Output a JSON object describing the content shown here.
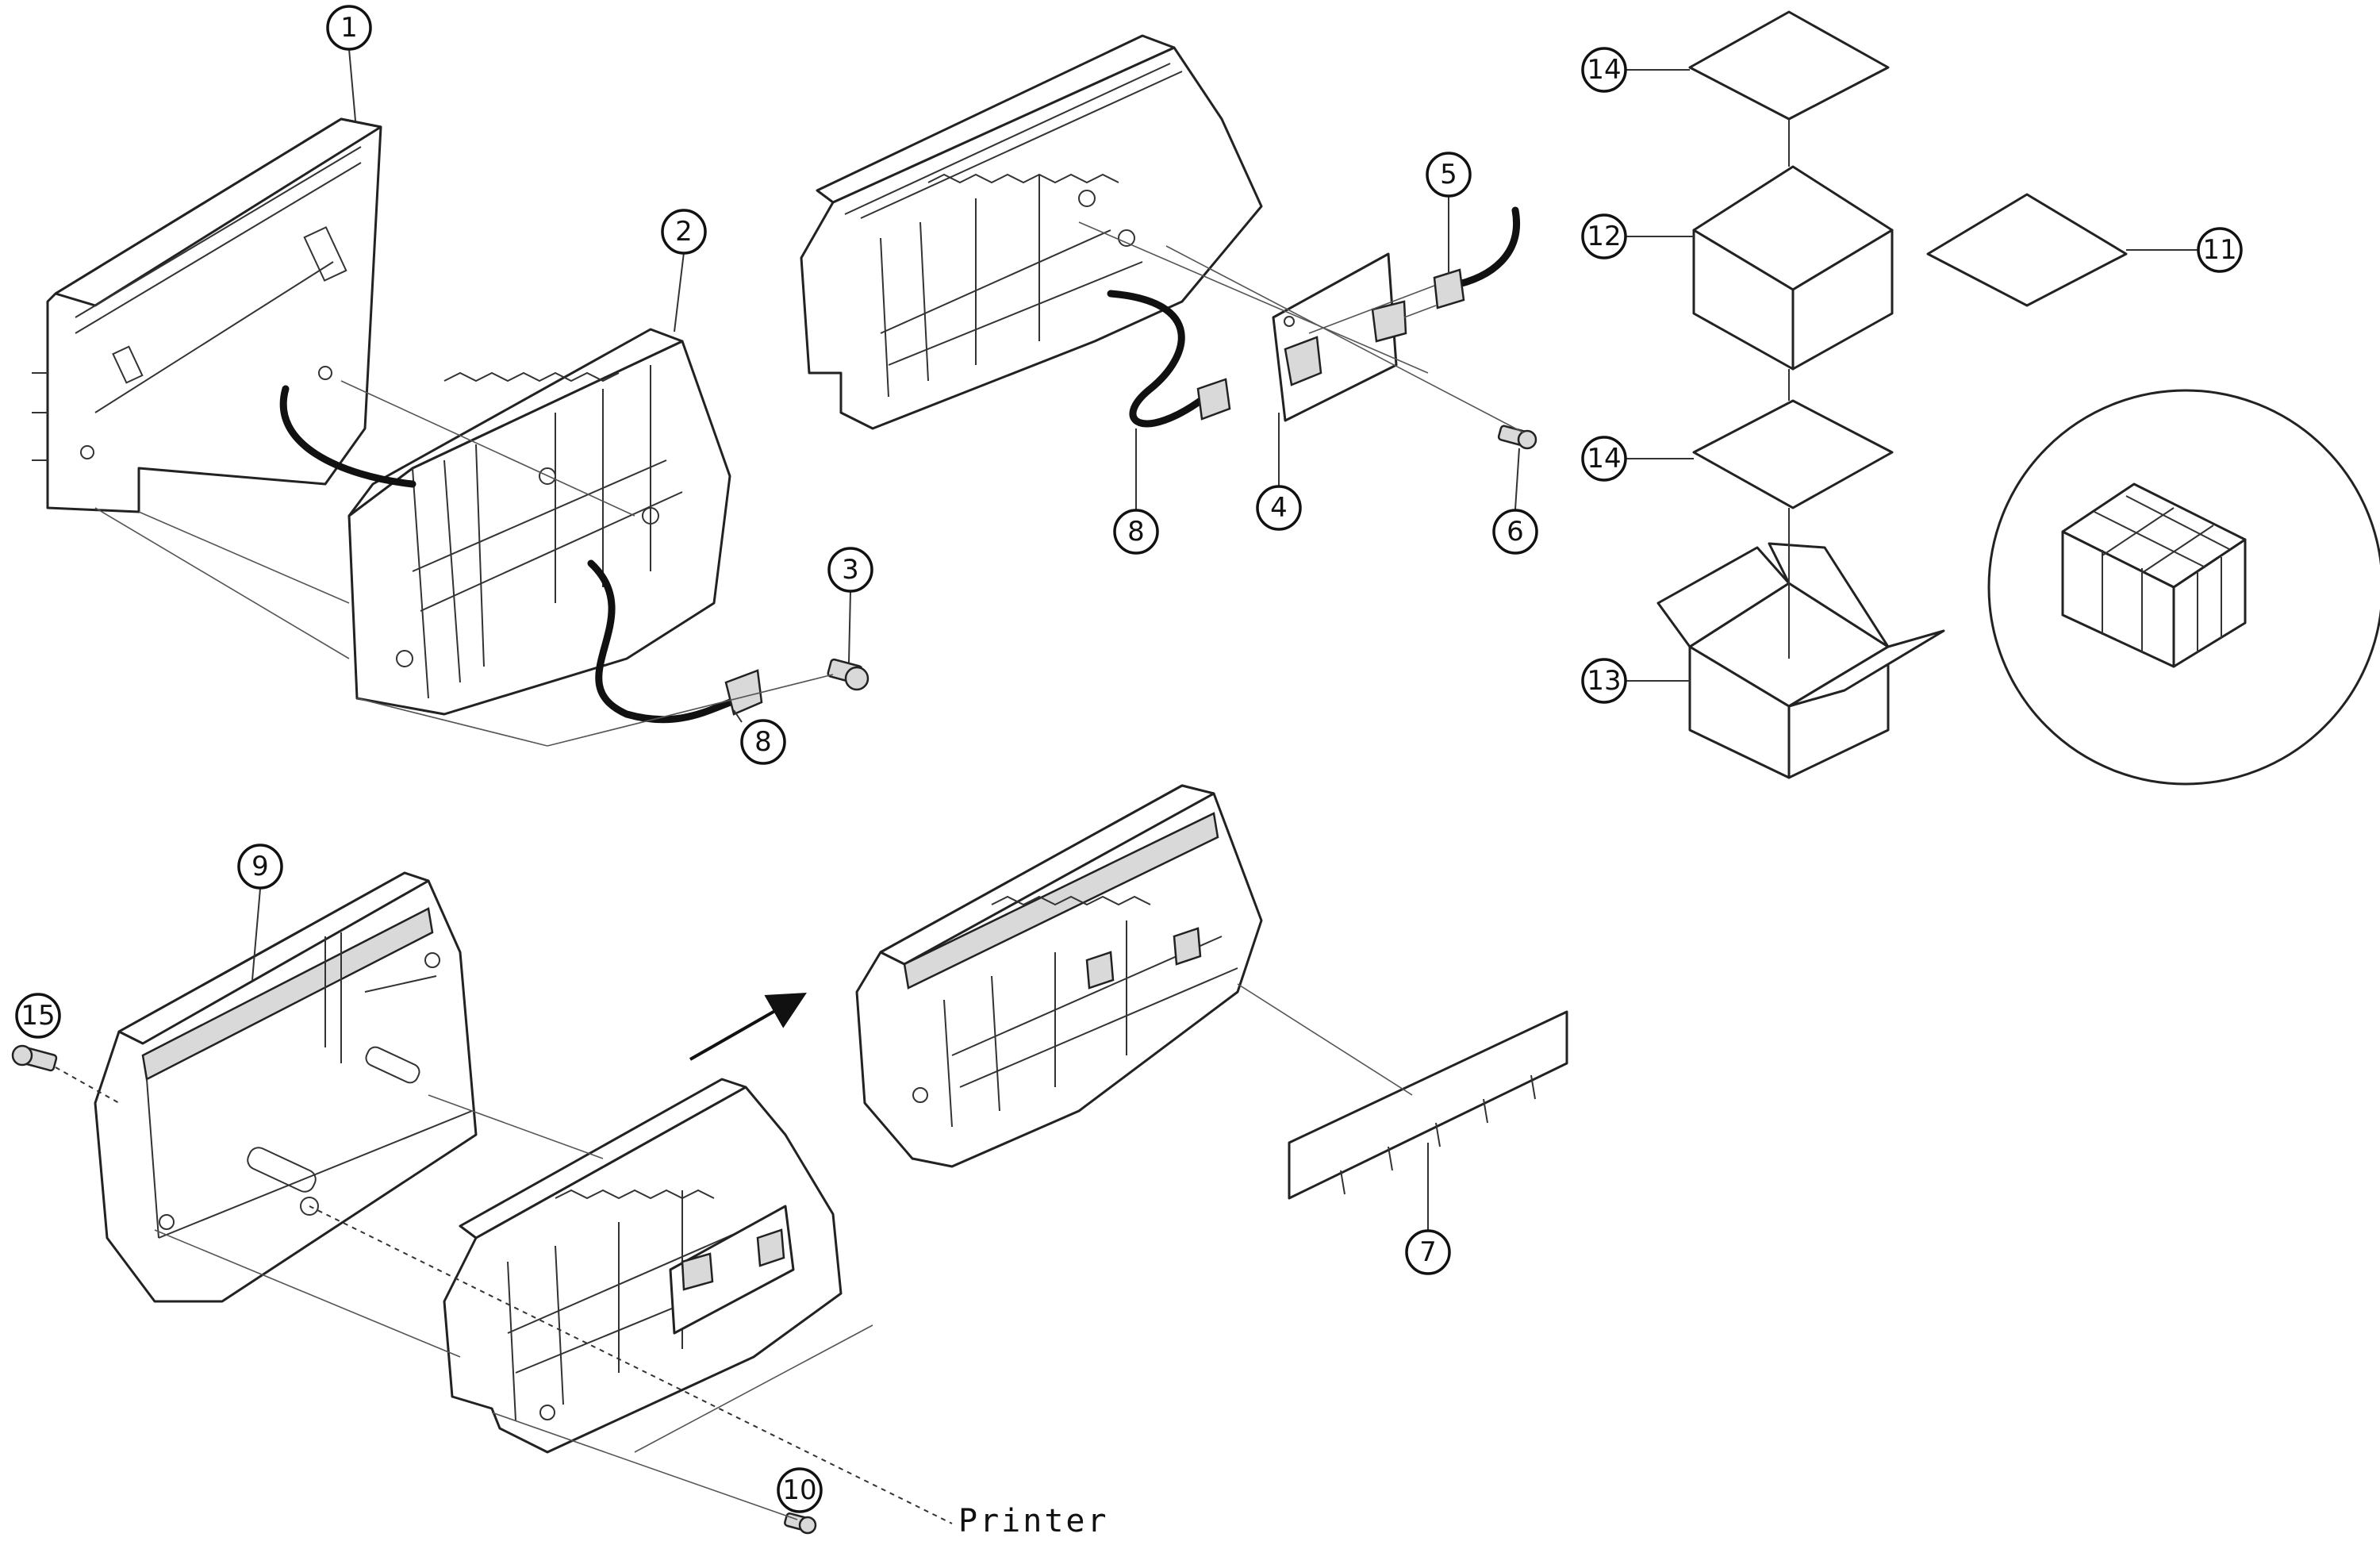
{
  "callouts": {
    "c1": "1",
    "c2": "2",
    "c3": "3",
    "c4": "4",
    "c5": "5",
    "c6": "6",
    "c7": "7",
    "c8a": "8",
    "c8b": "8",
    "c9": "9",
    "c10": "10",
    "c11": "11",
    "c12": "12",
    "c13": "13",
    "c14a": "14",
    "c14b": "14",
    "c15": "15"
  },
  "labels": {
    "printer": "Printer"
  },
  "icons": {
    "arrow": "arrow-right-icon",
    "insert_view": "magnified-insert-icon"
  }
}
